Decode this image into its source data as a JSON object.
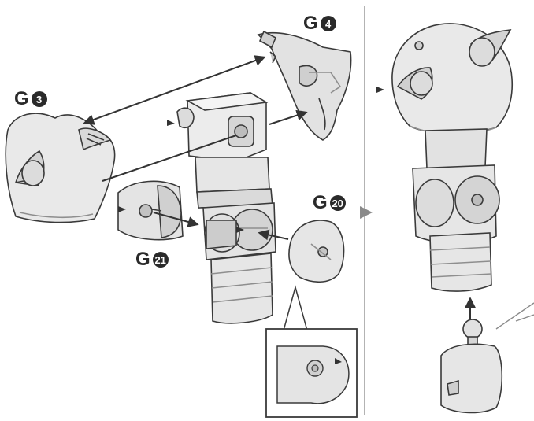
{
  "labels": {
    "g3": {
      "letter": "G",
      "num": "3"
    },
    "g4": {
      "letter": "G",
      "num": "4"
    },
    "g20": {
      "letter": "G",
      "num": "20"
    },
    "g21": {
      "letter": "G",
      "num": "21"
    }
  },
  "colors": {
    "part_fill": "#e9e9e9",
    "part_shade": "#bdbdbd",
    "part_dark": "#8e8e8e",
    "outline": "#3a3a3a",
    "arrow": "#333333",
    "divider": "#9a9a9a",
    "step_arrow": "#8a8a8a"
  }
}
